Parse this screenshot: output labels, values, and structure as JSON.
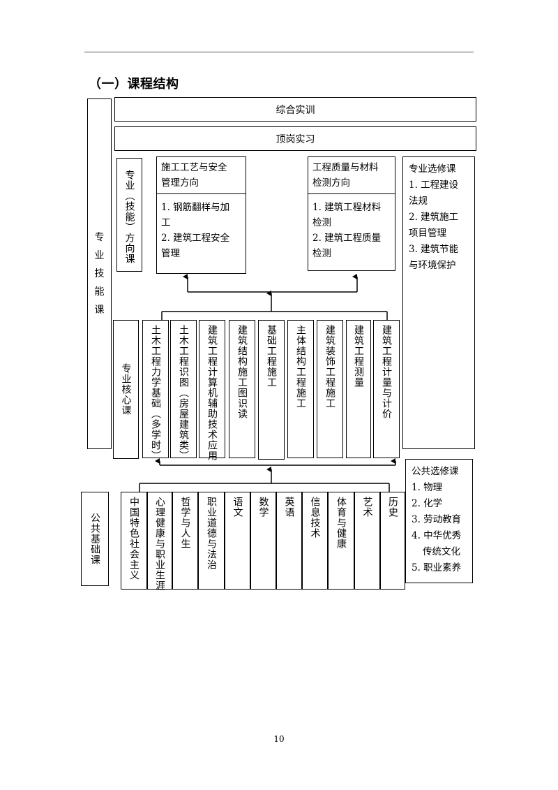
{
  "section_title": "（一）课程结构",
  "top_bars": {
    "comprehensive_training": "综合实训",
    "internship": "顶岗实习"
  },
  "skill_label": "专业\n技能\n课",
  "direction": {
    "label": "专业（技能）方向课",
    "left_box": {
      "title": [
        "施工工艺与安全",
        "管理方向"
      ],
      "items": [
        "1. 钢筋翻样与加",
        "工",
        "2. 建筑工程安全",
        "管理"
      ]
    },
    "right_box": {
      "title": [
        "工程质量与材料",
        "检测方向"
      ],
      "items": [
        "1. 建筑工程材料",
        "检测",
        "2. 建筑工程质量",
        "检测"
      ]
    }
  },
  "elective_major": {
    "title": "专业选修课",
    "items": [
      "1. 工程建设",
      "法规",
      "2. 建筑施工",
      "项目管理",
      "3. 建筑节能",
      "与环境保护"
    ]
  },
  "core": {
    "label": "专业核心课",
    "courses": [
      "土木工程力学基础（多学时）",
      "土木工程识图（房屋建筑类）",
      "建筑工程计算机辅助技术应用",
      "建筑结构施工图识读",
      "基础工程施工",
      "主体结构工程施工",
      "建筑装饰工程施工",
      "建筑工程测量",
      "建筑工程计量与计价"
    ]
  },
  "public_basic": {
    "label": "公共基础课",
    "courses": [
      "中国特色社会主义",
      "心理健康与职业生涯",
      "哲学与人生",
      "职业道德与法治",
      "语文",
      "数学",
      "英语",
      "信息技术",
      "体育与健康",
      "艺术",
      "历史"
    ]
  },
  "elective_public": {
    "title": "公共选修课",
    "items": [
      "1. 物理",
      "2. 化学",
      "3. 劳动教育",
      "4. 中华优秀",
      "传统文化",
      "5. 职业素养"
    ]
  },
  "page_number": "10"
}
